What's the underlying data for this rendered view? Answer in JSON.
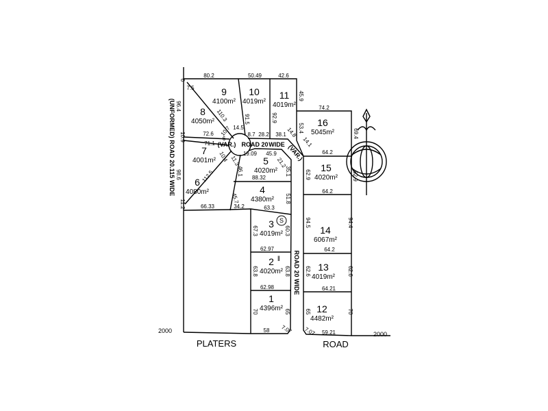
{
  "plan": {
    "lots": [
      {
        "number": "1",
        "area": "4396m²"
      },
      {
        "number": "2",
        "area": "4020m²"
      },
      {
        "number": "3",
        "area": "4019m²"
      },
      {
        "number": "4",
        "area": "4380m²"
      },
      {
        "number": "5",
        "area": "4020m²"
      },
      {
        "number": "6",
        "area": "4080m²"
      },
      {
        "number": "7",
        "area": "4001m²"
      },
      {
        "number": "8",
        "area": "4050m²"
      },
      {
        "number": "9",
        "area": "4100m²"
      },
      {
        "number": "10",
        "area": "4019m²"
      },
      {
        "number": "11",
        "area": "4019m²"
      },
      {
        "number": "12",
        "area": "4482m²"
      },
      {
        "number": "13",
        "area": "4019m²"
      },
      {
        "number": "14",
        "area": "6067m²"
      },
      {
        "number": "15",
        "area": "4020m²"
      },
      {
        "number": "16",
        "area": "5045m²"
      }
    ],
    "dimensions": [
      "80.2",
      "50.49",
      "42.6",
      "6",
      "7.5",
      "96.4",
      "110.3",
      "91.5",
      "92.9",
      "45.9",
      "74.2",
      "69.4",
      "53.4",
      "14.8",
      "14.1",
      "64.2",
      "62.9",
      "62.9",
      "64.2",
      "10.9",
      "72.6",
      "71.1",
      "10.7",
      "14.5",
      "8.7",
      "28.2",
      "38.1",
      "6",
      "10.4",
      "11.3",
      "19.09",
      "45.9",
      "21.2",
      "35.1",
      "46.1",
      "98.6",
      "112.5",
      "88.32",
      "45.7",
      "51.8",
      "11.2",
      "66.33",
      "34.2",
      "63.3",
      "67.3",
      "60.3",
      "62.97",
      "63.8",
      "63.8",
      "62.98",
      "70",
      "65",
      "58",
      "7.07",
      "94.5",
      "94.4",
      "64.2",
      "62.6",
      "62.6",
      "64.21",
      "65",
      "70",
      "7.07",
      "59.21"
    ],
    "roads": {
      "culdesac_var": "(VAR.)",
      "culdesac": "ROAD 20",
      "culdesac_wide": "WIDE",
      "culdesac_var2": "(VAR.)",
      "unformed": "(UNFORMED) ROAD 20.115 WIDE",
      "side_road": "ROAD 20 WIDE",
      "platers": "PLATERS",
      "road": "ROAD",
      "chainage_left": "2000",
      "chainage_right": "2000"
    },
    "annotations": {
      "circled": "S",
      "mark": "‖"
    },
    "compass_icon": "north-arrow-globe"
  }
}
